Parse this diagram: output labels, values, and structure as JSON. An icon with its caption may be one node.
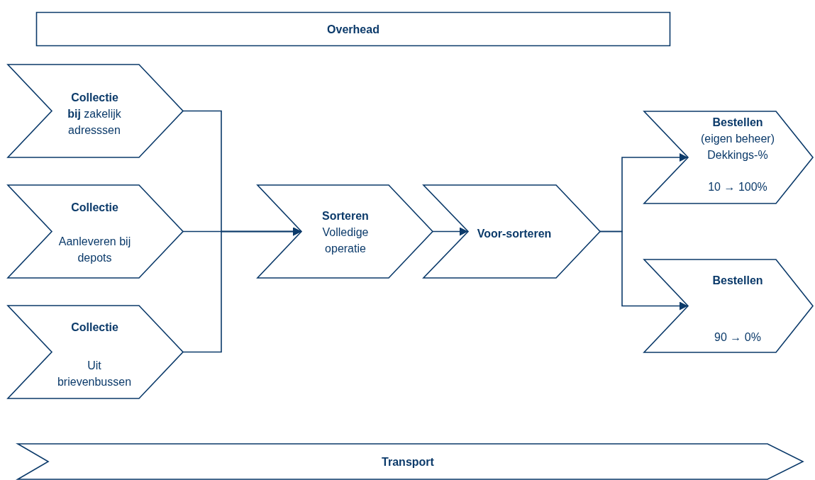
{
  "diagram": {
    "nodes": [
      {
        "text": [
          "Overhead"
        ]
      },
      {
        "text": [
          "Collectie",
          "**bij** zakelijk adresssen"
        ]
      },
      {
        "text": [
          "Collectie",
          "Aanleveren bij depots"
        ]
      },
      {
        "text": [
          "Collectie",
          "Uit brievenbussen"
        ]
      },
      {
        "text": [
          "Sorteren",
          "Volledige operatie"
        ]
      },
      {
        "text": [
          "Voor-sorteren"
        ]
      },
      {
        "text": [
          "Bestellen",
          "(eigen beheer) Dekkings-%",
          "10 → 100%"
        ]
      },
      {
        "text": [
          "Bestellen",
          "90 → 0%"
        ]
      },
      {
        "text": [
          "Transport"
        ]
      }
    ],
    "edges": [
      {
        "from": 1,
        "to": 4,
        "arrow": "to"
      },
      {
        "from": 2,
        "to": 4,
        "arrow": "to"
      },
      {
        "from": 3,
        "to": 4,
        "arrow": "to"
      },
      {
        "from": 4,
        "to": 5,
        "arrow": "to"
      },
      {
        "from": 5,
        "to": 6,
        "arrow": "to"
      },
      {
        "from": 5,
        "to": 7,
        "arrow": "to"
      }
    ]
  }
}
